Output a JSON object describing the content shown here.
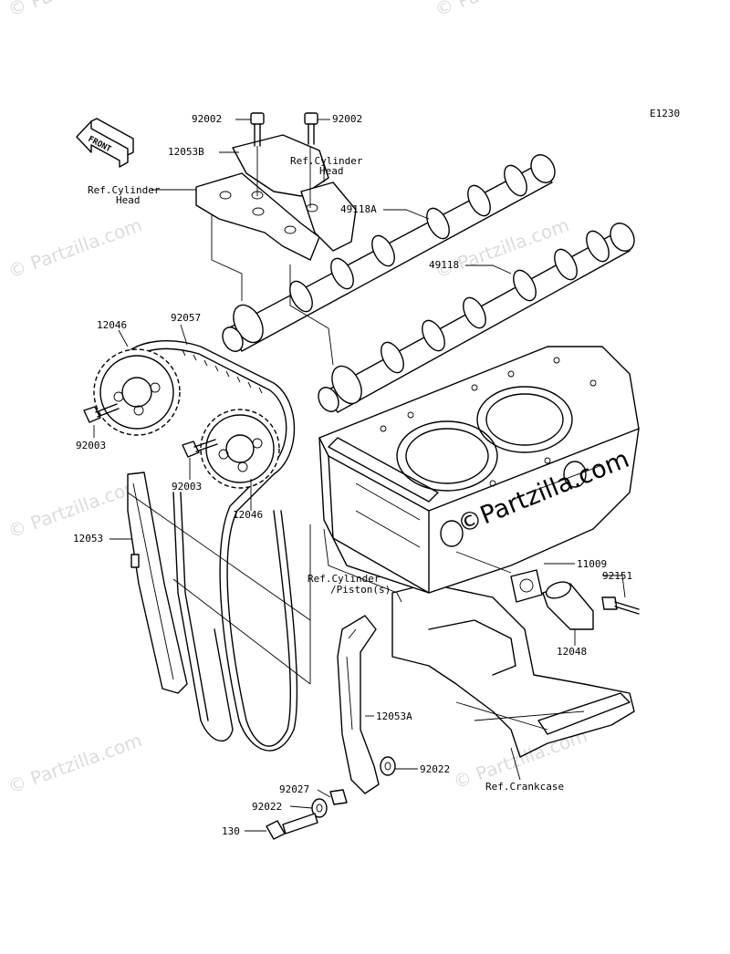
{
  "diagram": {
    "code": "E1230",
    "front_label": "FRONT",
    "parts": {
      "p92002_left": "92002",
      "p92002_right": "92002",
      "p12053B": "12053B",
      "ref_cyl_head_a": "Ref.Cylinder",
      "ref_cyl_head_a2": "Head",
      "ref_cyl_head_b": "Ref.Cylinder",
      "ref_cyl_head_b2": "Head",
      "p49118A": "49118A",
      "p49118": "49118",
      "p92057": "92057",
      "p12046_top": "12046",
      "p12046_bottom": "12046",
      "p92003_left": "92003",
      "p92003_mid": "92003",
      "p12053": "12053",
      "ref_cyl_piston_a": "Ref.Cylinder",
      "ref_cyl_piston_b": "/Piston(s)",
      "p11009": "11009",
      "p92151": "92151",
      "p12048": "12048",
      "p12053A": "12053A",
      "p92022_right": "92022",
      "p92027": "92027",
      "p92022_left": "92022",
      "p130": "130",
      "ref_crankcase": "Ref.Crankcase"
    }
  },
  "watermark": {
    "text": "© Partzilla.com",
    "center_text": "©Partzilla.com"
  }
}
